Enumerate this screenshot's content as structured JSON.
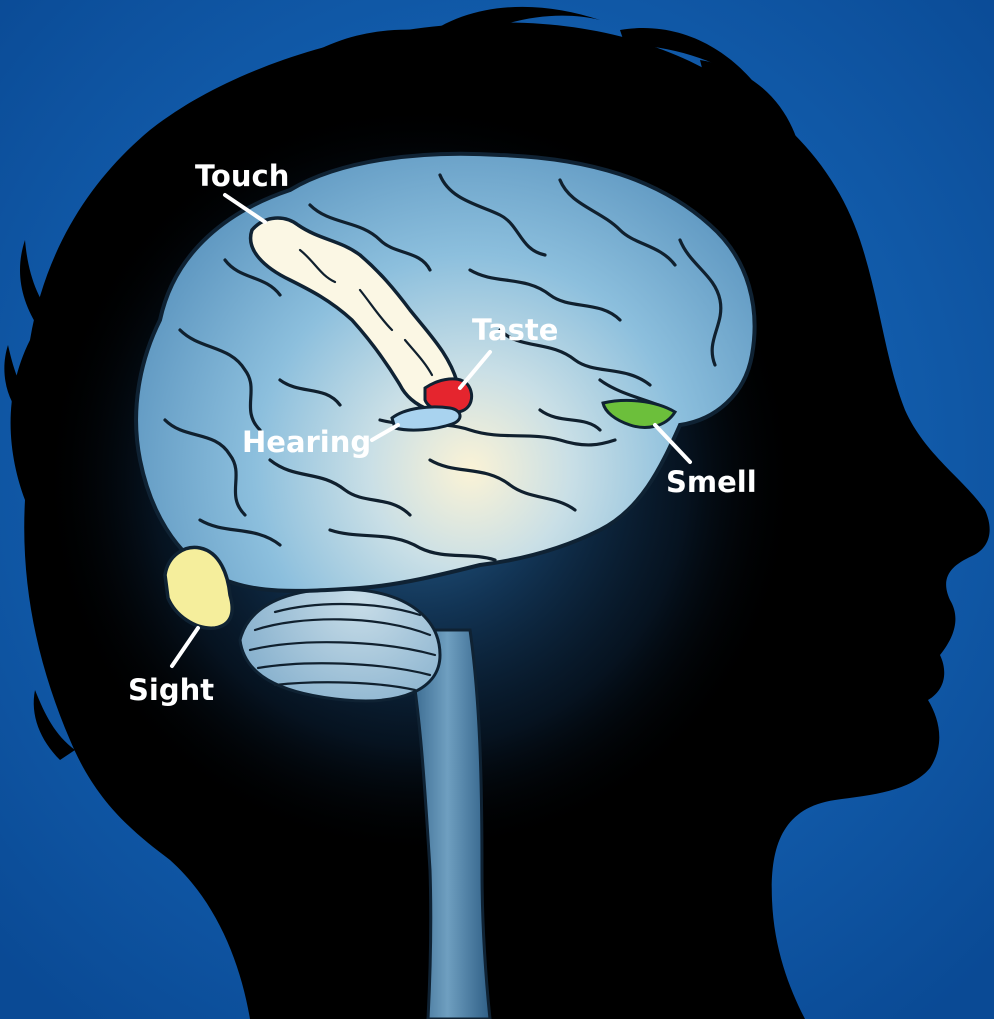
{
  "regions": [
    {
      "key": "touch",
      "label": "Touch",
      "color": "#fbf7e4"
    },
    {
      "key": "taste",
      "label": "Taste",
      "color": "#e5252e"
    },
    {
      "key": "hearing",
      "label": "Hearing",
      "color": "#a9d3ef"
    },
    {
      "key": "smell",
      "label": "Smell",
      "color": "#6cbf3b"
    },
    {
      "key": "sight",
      "label": "Sight",
      "color": "#f5ee9c"
    }
  ],
  "colors": {
    "background": "#0b4f9c",
    "silhouette": "#000000",
    "brain": "#8fc3e0",
    "label": "#ffffff"
  }
}
